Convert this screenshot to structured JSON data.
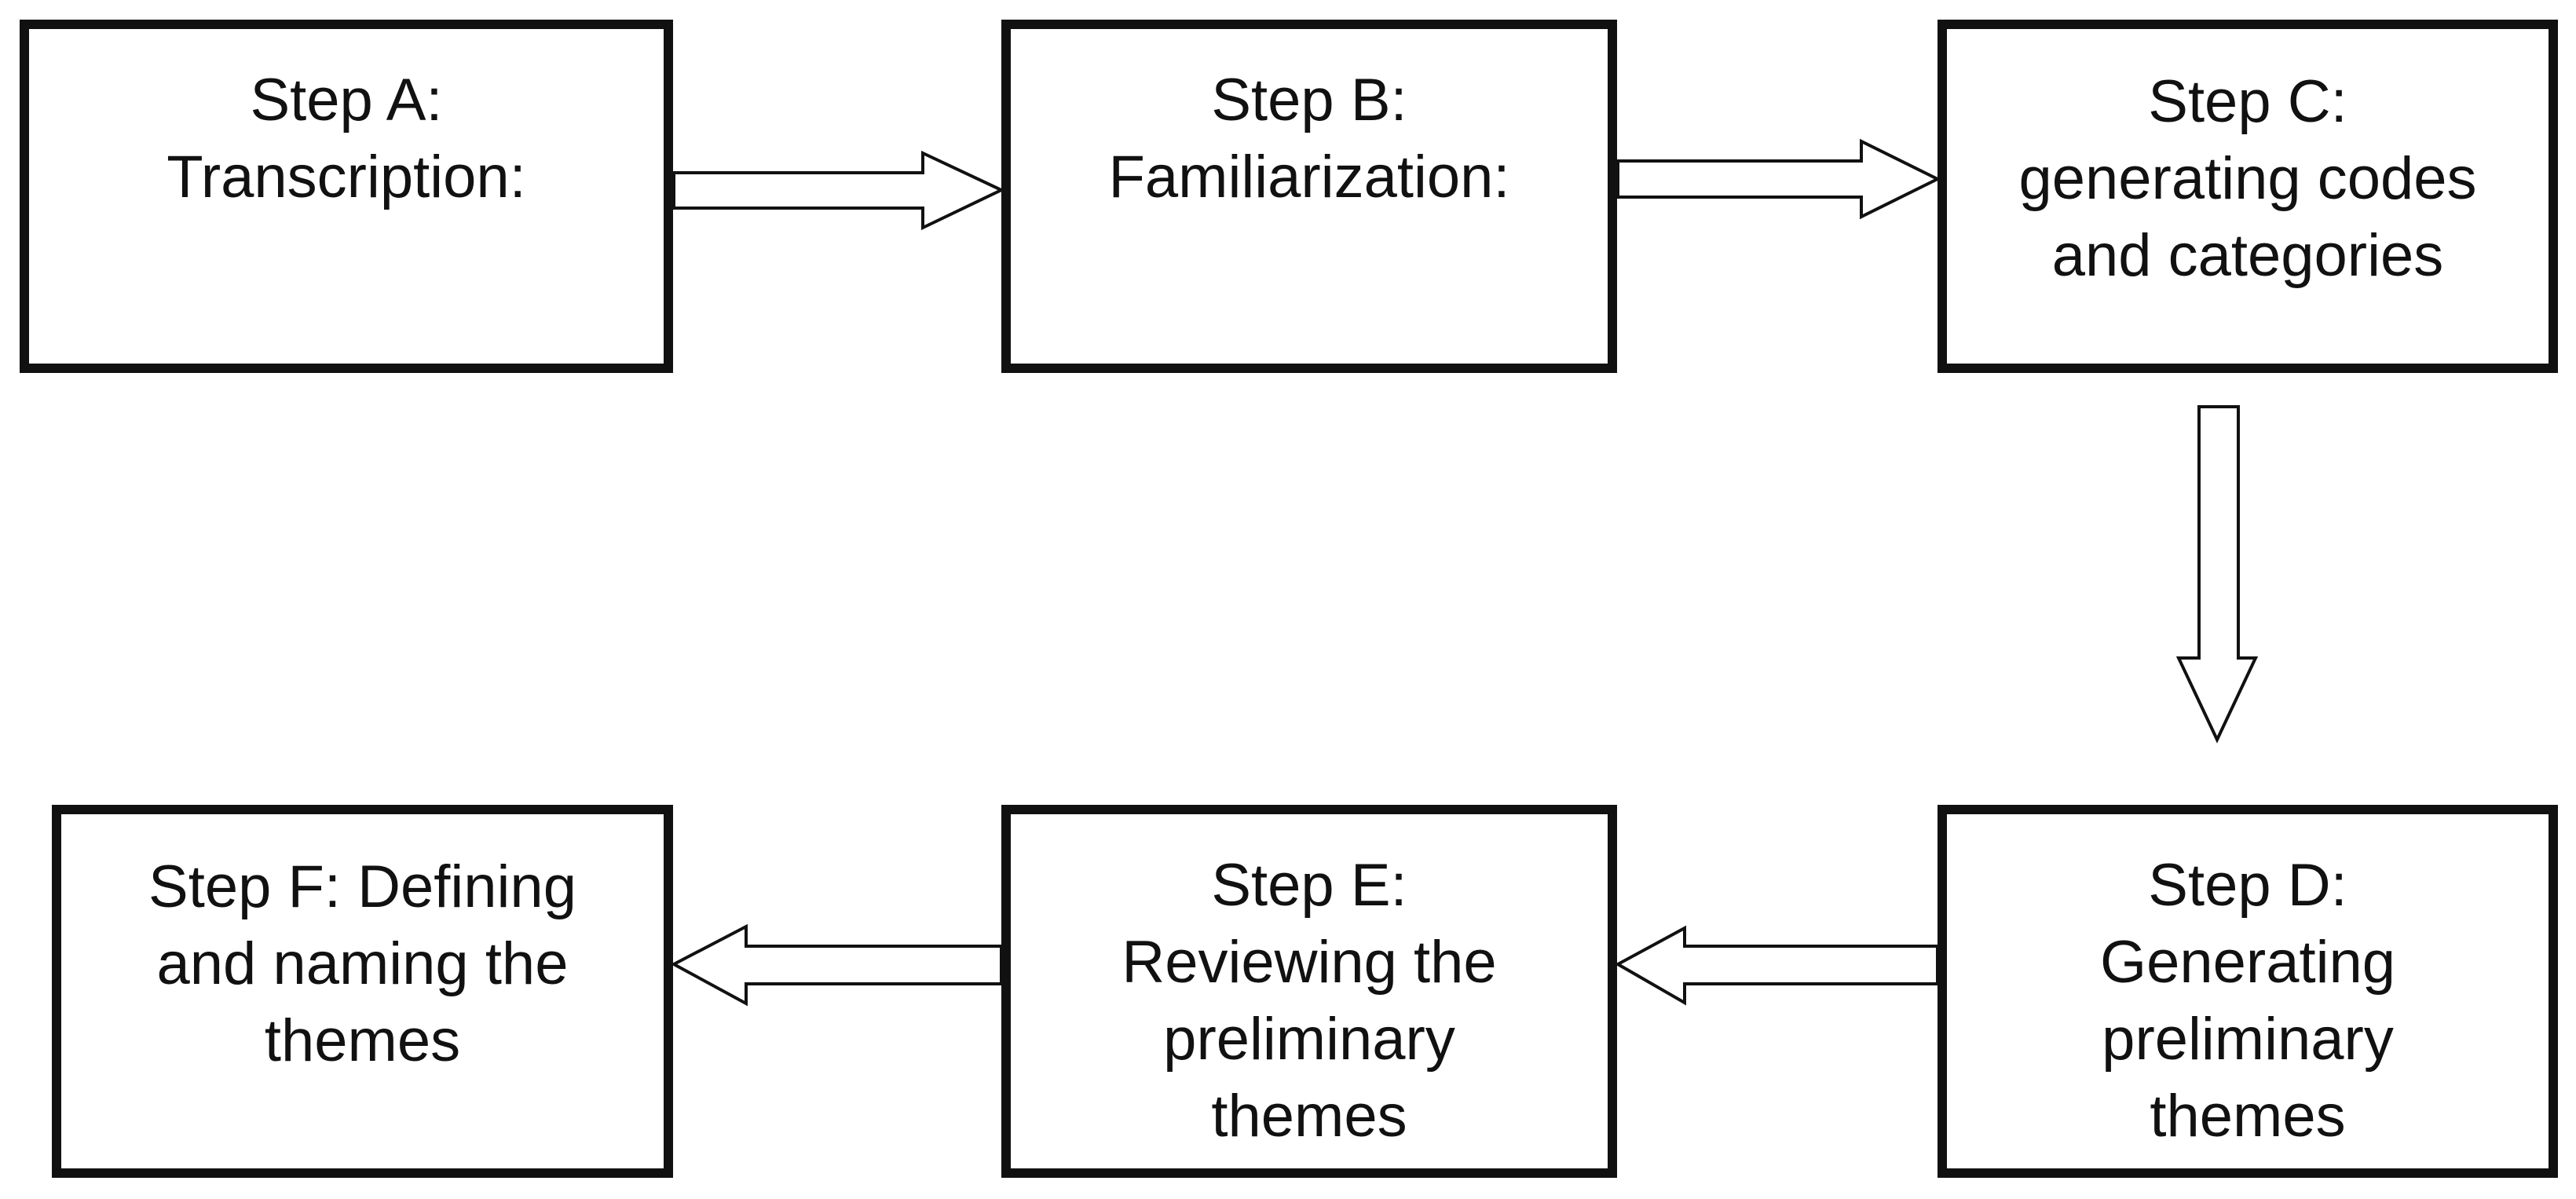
{
  "steps": {
    "a": "Step A:\nTranscription:",
    "b": "Step B:\nFamiliarization:",
    "c": "Step C:\ngenerating codes\nand categories",
    "d": "Step D:\nGenerating\npreliminary\nthemes",
    "e": "Step E:\nReviewing the\npreliminary\nthemes",
    "f": "Step F: Defining\nand naming the\nthemes"
  },
  "colors": {
    "stroke": "#111111",
    "fill": "#ffffff"
  }
}
